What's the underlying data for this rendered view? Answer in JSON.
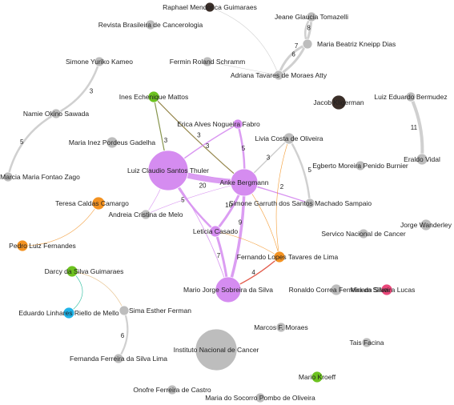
{
  "chart_data": {
    "type": "network",
    "colors": {
      "gray": "#bdbdbd",
      "violet": "#d58cf0",
      "orange": "#f39221",
      "green": "#6cc21f",
      "blue": "#1fb3e8",
      "pink": "#e9477a",
      "dark": "#3a2e28"
    },
    "nodes": [
      {
        "id": "raphael",
        "label": "Raphael Mendonca Guimaraes",
        "color": "dark"
      },
      {
        "id": "revista",
        "label": "Revista Brasileira de Cancerologia",
        "color": "gray"
      },
      {
        "id": "jeane",
        "label": "Jeane Glaucia Tomazelli",
        "color": "gray"
      },
      {
        "id": "beatriz",
        "label": "Maria Beatriz Kneipp Dias",
        "color": "gray"
      },
      {
        "id": "adriana",
        "label": "Adriana Tavares de Moraes Atty",
        "color": "gray"
      },
      {
        "id": "simoneK",
        "label": "Simone Yuriko Kameo",
        "color": "gray"
      },
      {
        "id": "fermin",
        "label": "Fermin Roland Schramm",
        "color": "gray"
      },
      {
        "id": "namie",
        "label": "Namie Okino Sawada",
        "color": "gray"
      },
      {
        "id": "ines",
        "label": "Ines Echenique Mattos",
        "color": "green"
      },
      {
        "id": "jacob",
        "label": "Jacob Kligerman",
        "color": "dark"
      },
      {
        "id": "luizE",
        "label": "Luiz Eduardo Bermudez",
        "color": "gray"
      },
      {
        "id": "erica",
        "label": "Erica Alves Nogueira Fabro",
        "color": "violet"
      },
      {
        "id": "mariaInez",
        "label": "Maria Inez Pordeus Gadelha",
        "color": "gray"
      },
      {
        "id": "livia",
        "label": "Livia Costa de Oliveira",
        "color": "gray"
      },
      {
        "id": "egberto",
        "label": "Egberto Moreira Penido Burnier",
        "color": "gray"
      },
      {
        "id": "eraldo",
        "label": "Eraldo Vidal",
        "color": "gray"
      },
      {
        "id": "marciaZ",
        "label": "Marcia Maria Fontao Zago",
        "color": "gray"
      },
      {
        "id": "luizC",
        "label": "Luiz Claudio Santos Thuler",
        "color": "violet"
      },
      {
        "id": "anke",
        "label": "Anke Bergmann",
        "color": "violet"
      },
      {
        "id": "simoneG",
        "label": "Simone Garruth dos Santos Machado Sampaio",
        "color": "gray"
      },
      {
        "id": "teresa",
        "label": "Teresa Caldas Camargo",
        "color": "orange"
      },
      {
        "id": "andreia",
        "label": "Andreia Cristina de Melo",
        "color": "gray"
      },
      {
        "id": "leticia",
        "label": "Leticia Casado",
        "color": "violet"
      },
      {
        "id": "jorgeW",
        "label": "Jorge Wanderley",
        "color": "gray"
      },
      {
        "id": "servico",
        "label": "Servico Nacional de Cancer",
        "color": "gray"
      },
      {
        "id": "pedro",
        "label": "Pedro Luiz Fernandes",
        "color": "orange"
      },
      {
        "id": "fernandoL",
        "label": "Fernando Lopes Tavares de Lima",
        "color": "orange"
      },
      {
        "id": "darcy",
        "label": "Darcy da Silva Guimaraes",
        "color": "green"
      },
      {
        "id": "marioJ",
        "label": "Mario Jorge Sobreira da Silva",
        "color": "violet"
      },
      {
        "id": "ronaldo",
        "label": "Ronaldo Correa Ferreira da Silva",
        "color": "gray"
      },
      {
        "id": "miriam",
        "label": "Miriam Silveira Lucas",
        "color": "pink"
      },
      {
        "id": "eduardo",
        "label": "Eduardo Linhares Riello de Mello",
        "color": "blue"
      },
      {
        "id": "sima",
        "label": "Sima Esther Ferman",
        "color": "gray"
      },
      {
        "id": "marcosM",
        "label": "Marcos F. Moraes",
        "color": "gray"
      },
      {
        "id": "tais",
        "label": "Tais Facina",
        "color": "gray"
      },
      {
        "id": "inca",
        "label": "Instituto Nacional de Cancer",
        "color": "gray"
      },
      {
        "id": "fernandaF",
        "label": "Fernanda Ferreira da Silva Lima",
        "color": "gray"
      },
      {
        "id": "marioK",
        "label": "Mario Kroeff",
        "color": "green"
      },
      {
        "id": "onofre",
        "label": "Onofre Ferreira de Castro",
        "color": "gray"
      },
      {
        "id": "socorro",
        "label": "Maria do Socorro Pombo de Oliveira",
        "color": "gray"
      }
    ],
    "edges": [
      {
        "source": "jeane",
        "target": "adriana",
        "weight": "7",
        "color": "gray"
      },
      {
        "source": "beatriz",
        "target": "adriana",
        "weight": "6",
        "color": "gray"
      },
      {
        "source": "jeane",
        "target": "beatriz",
        "weight": "8",
        "color": "gray"
      },
      {
        "source": "raphael",
        "target": "adriana",
        "weight": "",
        "color": "gray"
      },
      {
        "source": "fermin",
        "target": "adriana",
        "weight": "",
        "color": "gray"
      },
      {
        "source": "simoneK",
        "target": "namie",
        "weight": "3",
        "color": "gray"
      },
      {
        "source": "namie",
        "target": "marciaZ",
        "weight": "5",
        "color": "gray"
      },
      {
        "source": "luizE",
        "target": "eraldo",
        "weight": "11",
        "color": "gray"
      },
      {
        "source": "luizC",
        "target": "anke",
        "weight": "20",
        "color": "violet"
      },
      {
        "source": "ines",
        "target": "luizC",
        "weight": "3",
        "color": "green"
      },
      {
        "source": "ines",
        "target": "anke",
        "weight": "3",
        "color": "green"
      },
      {
        "source": "erica",
        "target": "anke",
        "weight": "5",
        "color": "violet"
      },
      {
        "source": "erica",
        "target": "luizC",
        "weight": "3",
        "color": "violet"
      },
      {
        "source": "livia",
        "target": "anke",
        "weight": "3",
        "color": "gray"
      },
      {
        "source": "livia",
        "target": "simoneG",
        "weight": "5",
        "color": "gray"
      },
      {
        "source": "anke",
        "target": "simoneG",
        "weight": "2",
        "color": "violet"
      },
      {
        "source": "luizC",
        "target": "leticia",
        "weight": "5",
        "color": "violet"
      },
      {
        "source": "anke",
        "target": "leticia",
        "weight": "10",
        "color": "violet"
      },
      {
        "source": "anke",
        "target": "marioJ",
        "weight": "9",
        "color": "violet"
      },
      {
        "source": "leticia",
        "target": "marioJ",
        "weight": "7",
        "color": "violet"
      },
      {
        "source": "fernandoL",
        "target": "marioJ",
        "weight": "4",
        "color": "orange"
      },
      {
        "source": "luizC",
        "target": "andreia",
        "weight": "",
        "color": "violet"
      },
      {
        "source": "anke",
        "target": "andreia",
        "weight": "",
        "color": "violet"
      },
      {
        "source": "luizC",
        "target": "simoneG",
        "weight": "",
        "color": "violet"
      },
      {
        "source": "luizC",
        "target": "marioJ",
        "weight": "",
        "color": "violet"
      },
      {
        "source": "anke",
        "target": "fernandoL",
        "weight": "",
        "color": "orange"
      },
      {
        "source": "livia",
        "target": "fernandoL",
        "weight": "",
        "color": "orange"
      },
      {
        "source": "leticia",
        "target": "fernandoL",
        "weight": "",
        "color": "orange"
      },
      {
        "source": "teresa",
        "target": "pedro",
        "weight": "",
        "color": "orange"
      },
      {
        "source": "darcy",
        "target": "eduardo",
        "weight": "",
        "color": "green"
      },
      {
        "source": "darcy",
        "target": "sima",
        "weight": "",
        "color": "green"
      },
      {
        "source": "sima",
        "target": "fernandaF",
        "weight": "6",
        "color": "gray"
      }
    ]
  }
}
